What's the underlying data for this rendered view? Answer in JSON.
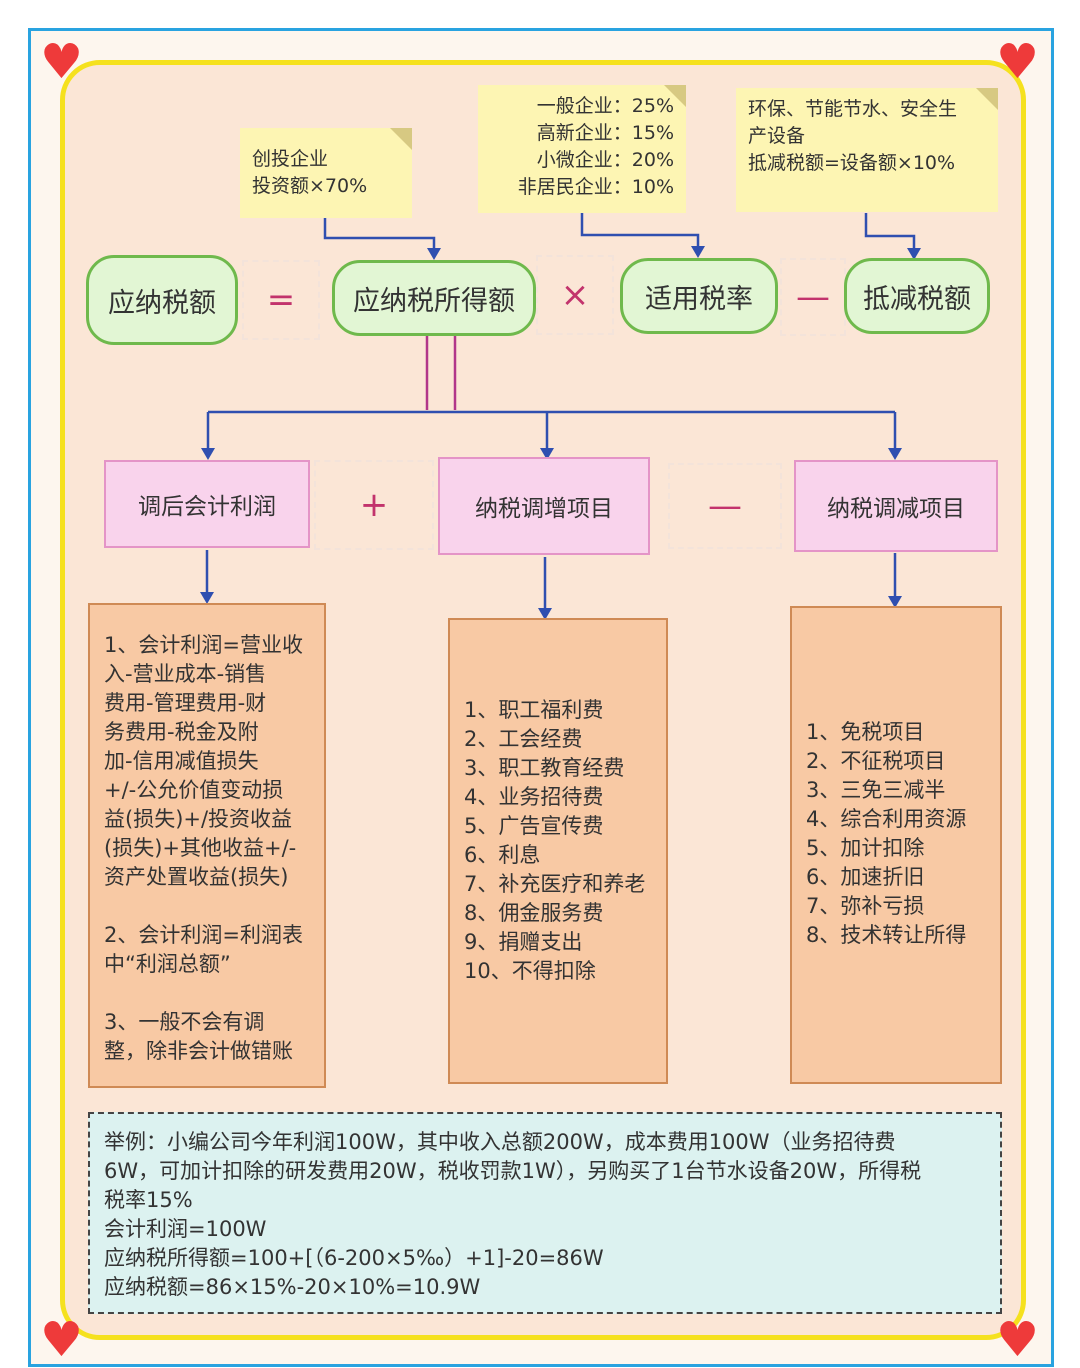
{
  "notes": {
    "venture": [
      "创投企业",
      "投资额×70%"
    ],
    "rates": [
      "一般企业：25%",
      "高新企业：15%",
      "小微企业：20%",
      "非居民企业：10%"
    ],
    "equipment": [
      "环保、节能节水、安全生",
      "产设备",
      "抵减税额=设备额×10%"
    ]
  },
  "formula": {
    "tax_payable": "应纳税额",
    "eq": "=",
    "taxable_income": "应纳税所得额",
    "times": "×",
    "rate": "适用税率",
    "minus": "—",
    "credit": "抵减税额"
  },
  "second": {
    "profit": "调后会计利润",
    "plus": "+",
    "increase": "纳税调增项目",
    "minus": "—",
    "decrease": "纳税调减项目"
  },
  "profit_detail": [
    "1、会计利润=营业收",
    "入-营业成本-销售",
    "费用-管理费用-财",
    "务费用-税金及附",
    "加-信用减值损失",
    "+/-公允价值变动损",
    "益(损失)+/投资收益",
    "(损失)+其他收益+/-",
    "资产处置收益(损失)",
    "",
    "2、会计利润=利润表",
    "中“利润总额”",
    "",
    "3、一般不会有调",
    "整，除非会计做错账"
  ],
  "increase_items": [
    "1、职工福利费",
    "2、工会经费",
    "3、职工教育经费",
    "4、业务招待费",
    "5、广告宣传费",
    "6、利息",
    "7、补充医疗和养老",
    "8、佣金服务费",
    "9、捐赠支出",
    "10、不得扣除"
  ],
  "decrease_items": [
    "1、免税项目",
    "2、不征税项目",
    "3、三免三减半",
    "4、综合利用资源",
    "5、加计扣除",
    "6、加速折旧",
    "7、弥补亏损",
    "8、技术转让所得"
  ],
  "example": [
    "举例：小编公司今年利润100W，其中收入总额200W，成本费用100W（业务招待费",
    "6W，可加计扣除的研发费用20W，税收罚款1W），另购买了1台节水设备20W，所得税",
    "税率15%",
    "会计利润=100W",
    "应纳税所得额=100+[（6-200×5‰）+1]-20=86W",
    "应纳税额=86×15%-20×10%=10.9W"
  ],
  "colors": {
    "arrow": "#2f4fb0",
    "pill": "#e2f6d4",
    "pink": "#f9d3ec",
    "orange": "#f8c9a4",
    "example": "#dcf2f0"
  }
}
